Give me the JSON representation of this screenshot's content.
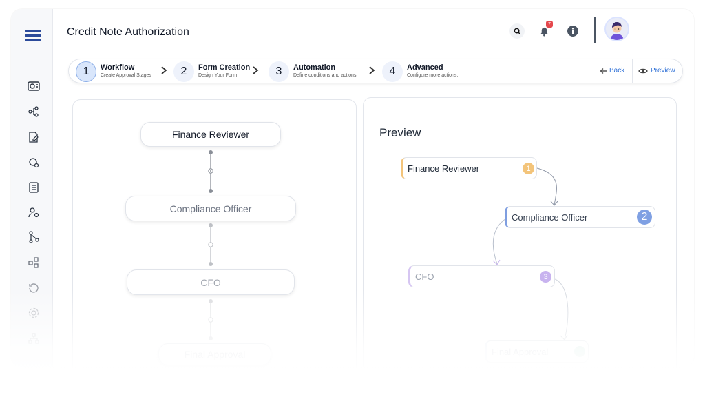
{
  "header": {
    "title": "Credit Note Authorization",
    "notification_count": "7"
  },
  "sidebar": {
    "items": [
      {
        "icon": "dashboard-icon"
      },
      {
        "icon": "workflow-icon"
      },
      {
        "icon": "form-edit-icon"
      },
      {
        "icon": "settings-bulb-icon"
      },
      {
        "icon": "document-list-icon"
      },
      {
        "icon": "user-settings-icon"
      },
      {
        "icon": "hierarchy-icon"
      },
      {
        "icon": "modules-icon"
      },
      {
        "icon": "history-icon"
      },
      {
        "icon": "gear-icon"
      },
      {
        "icon": "org-chart-icon"
      }
    ]
  },
  "stepper": {
    "steps": [
      {
        "number": "1",
        "title": "Workflow",
        "subtitle": "Create Approval Stages"
      },
      {
        "number": "2",
        "title": "Form Creation",
        "subtitle": "Design Your Form"
      },
      {
        "number": "3",
        "title": "Automation",
        "subtitle": "Define conditions and actions"
      },
      {
        "number": "4",
        "title": "Advanced",
        "subtitle": "Configure more actions."
      }
    ],
    "back_label": "Back",
    "preview_label": "Preview"
  },
  "workflow": {
    "stages": [
      "Finance Reviewer",
      "Compliance Officer",
      "CFO",
      "Final Approval"
    ]
  },
  "preview": {
    "title": "Preview",
    "nodes": [
      {
        "label": "Finance Reviewer",
        "badge": "1"
      },
      {
        "label": "Compliance Officer",
        "badge": "2"
      },
      {
        "label": "CFO",
        "badge": "3"
      },
      {
        "label": "Final Approval",
        "badge": ""
      }
    ]
  },
  "colors": {
    "accent": "#2d6fd6",
    "stage1": "#f3c47a",
    "stage2": "#7fa0e3",
    "stage3": "#c8b3ef",
    "nav": "#2b4a9a"
  }
}
